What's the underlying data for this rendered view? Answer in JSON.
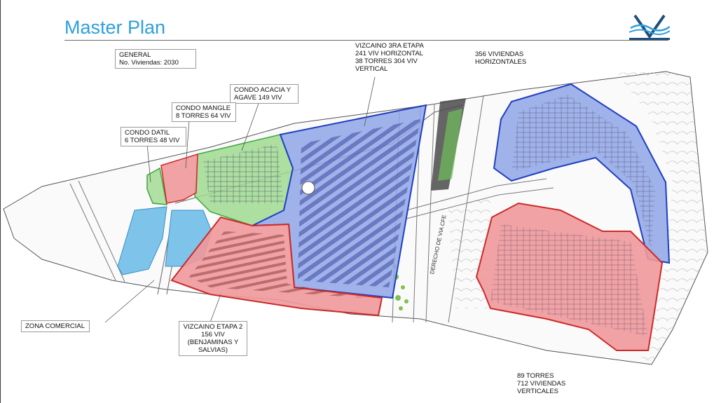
{
  "header": {
    "title": "Master Plan",
    "logo_icon": "v-wave-logo",
    "accent_color": "#2e9fdc",
    "logo_color": "#1f4f7a"
  },
  "zones": {
    "general": "GENERAL\nNo. Viviendas: 2030",
    "vizcaino_3ra": "VIZCAINO 3RA ETAPA\n241 VIV HORIZONTAL\n38 TORRES 304 VIV\nVERTICAL",
    "viviendas_horizontales": "356 VIVIENDAS\nHORIZONTALES",
    "condo_acacia": "CONDO ACACIA Y\nAGAVE  149 VIV",
    "condo_mangle": "CONDO MANGLE\n8 TORRES 64 VIV",
    "condo_datil": "CONDO DATIL\n6 TORRES 48 VIV",
    "zona_comercial": "ZONA COMERCIAL",
    "vizcaino_etapa2": "VIZCAINO ETAPA 2\n156 VIV\n(BENJAMINAS Y\nSALVIAS)",
    "torres_verticales": "89 TORRES\n712 VIVIENDAS\nVERTICALES"
  },
  "road_labels": {
    "derecho_via": "DERECHO DE VIA CFE"
  },
  "colors": {
    "blue_fill": "#8fa4e6",
    "blue_stroke": "#1f3fbf",
    "red_fill": "#f0989a",
    "red_stroke": "#cc2a2a",
    "green_fill": "#9ed98f",
    "green_stroke": "#3aa83a",
    "water_fill": "#7ec3ea"
  }
}
